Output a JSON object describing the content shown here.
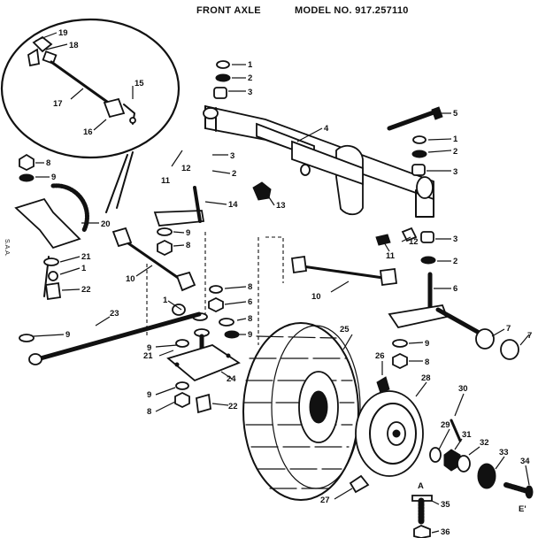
{
  "header": {
    "title": "FRONT AXLE",
    "model": "MODEL NO. 917.257110"
  },
  "corner_mark": "E'",
  "side_note": "S.A.A.",
  "callouts": [
    {
      "id": "c19",
      "label": "19"
    },
    {
      "id": "c18",
      "label": "18"
    },
    {
      "id": "c17",
      "label": "17"
    },
    {
      "id": "c15",
      "label": "15"
    },
    {
      "id": "c16",
      "label": "16"
    },
    {
      "id": "c1a",
      "label": "1"
    },
    {
      "id": "c2a",
      "label": "2"
    },
    {
      "id": "c3a",
      "label": "3"
    },
    {
      "id": "c5",
      "label": "5"
    },
    {
      "id": "c4",
      "label": "4"
    },
    {
      "id": "c1b",
      "label": "1"
    },
    {
      "id": "c2b",
      "label": "2"
    },
    {
      "id": "c3b",
      "label": "3"
    },
    {
      "id": "c8a",
      "label": "8"
    },
    {
      "id": "c9a",
      "label": "9"
    },
    {
      "id": "c3c",
      "label": "3"
    },
    {
      "id": "c12a",
      "label": "12"
    },
    {
      "id": "c11a",
      "label": "11"
    },
    {
      "id": "c2c",
      "label": "2"
    },
    {
      "id": "c13",
      "label": "13"
    },
    {
      "id": "c14",
      "label": "14"
    },
    {
      "id": "c20",
      "label": "20"
    },
    {
      "id": "c9b",
      "label": "9"
    },
    {
      "id": "c8b",
      "label": "8"
    },
    {
      "id": "c21a",
      "label": "21"
    },
    {
      "id": "c1c",
      "label": "1"
    },
    {
      "id": "c22a",
      "label": "22"
    },
    {
      "id": "c10a",
      "label": "10"
    },
    {
      "id": "c3d",
      "label": "3"
    },
    {
      "id": "c12b",
      "label": "12"
    },
    {
      "id": "c11b",
      "label": "11"
    },
    {
      "id": "c2d",
      "label": "2"
    },
    {
      "id": "c6a",
      "label": "6"
    },
    {
      "id": "c10b",
      "label": "10"
    },
    {
      "id": "c8c",
      "label": "8"
    },
    {
      "id": "c6b",
      "label": "6"
    },
    {
      "id": "c8d",
      "label": "8"
    },
    {
      "id": "c9c",
      "label": "9"
    },
    {
      "id": "c1d",
      "label": "1"
    },
    {
      "id": "c23",
      "label": "23"
    },
    {
      "id": "c9d",
      "label": "9"
    },
    {
      "id": "c9e",
      "label": "9"
    },
    {
      "id": "c7a",
      "label": "7"
    },
    {
      "id": "c7b",
      "label": "7"
    },
    {
      "id": "c25",
      "label": "25"
    },
    {
      "id": "c9f",
      "label": "9"
    },
    {
      "id": "c8e",
      "label": "8"
    },
    {
      "id": "c21b",
      "label": "21"
    },
    {
      "id": "c24",
      "label": "24"
    },
    {
      "id": "c9g",
      "label": "9"
    },
    {
      "id": "c8f",
      "label": "8"
    },
    {
      "id": "c22b",
      "label": "22"
    },
    {
      "id": "c26",
      "label": "26"
    },
    {
      "id": "c28",
      "label": "28"
    },
    {
      "id": "c30",
      "label": "30"
    },
    {
      "id": "c29",
      "label": "29"
    },
    {
      "id": "c31",
      "label": "31"
    },
    {
      "id": "c32",
      "label": "32"
    },
    {
      "id": "c33",
      "label": "33"
    },
    {
      "id": "c34",
      "label": "34"
    },
    {
      "id": "c27",
      "label": "27"
    },
    {
      "id": "cA",
      "label": "A"
    },
    {
      "id": "c35",
      "label": "35"
    },
    {
      "id": "c36",
      "label": "36"
    }
  ]
}
